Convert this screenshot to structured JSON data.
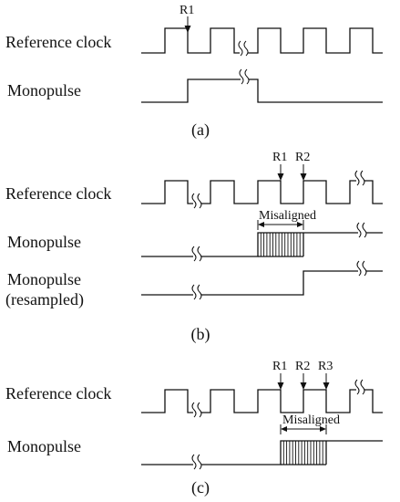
{
  "panel_a": {
    "caption": "(a)",
    "clock_label": "Reference clock",
    "pulse_label": "Monopulse",
    "markers": [
      "R1"
    ]
  },
  "panel_b": {
    "caption": "(b)",
    "clock_label": "Reference clock",
    "pulse_label": "Monopulse",
    "resampled_label_line1": "Monopulse",
    "resampled_label_line2": "(resampled)",
    "misaligned_label": "Misaligned",
    "markers": [
      "R1",
      "R2"
    ]
  },
  "panel_c": {
    "caption": "(c)",
    "clock_label": "Reference clock",
    "pulse_label": "Monopulse",
    "misaligned_label": "Misaligned",
    "markers": [
      "R1",
      "R2",
      "R3"
    ]
  }
}
